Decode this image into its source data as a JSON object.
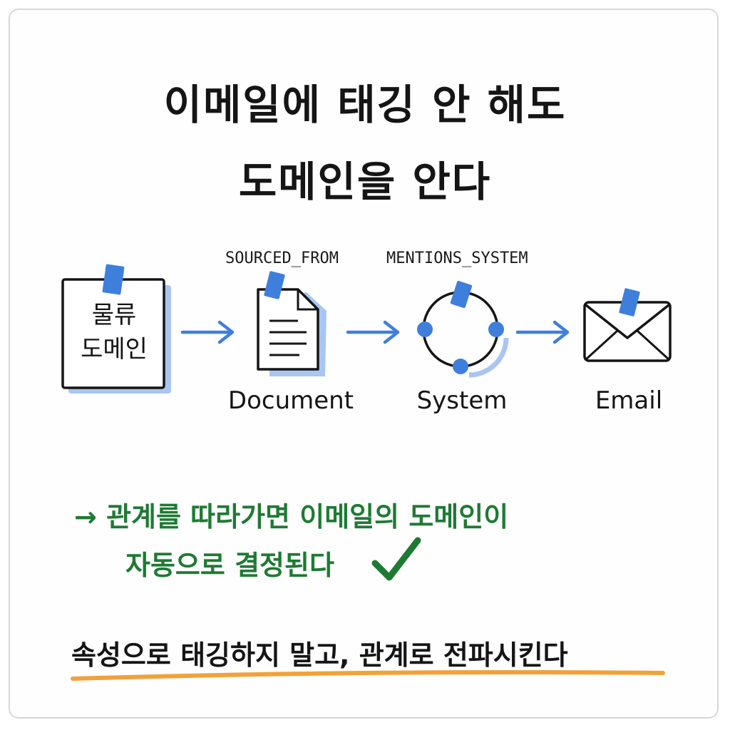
{
  "title": {
    "line1": "이메일에 태깅 안 해도",
    "line2": "도메인을 안다"
  },
  "flow": {
    "domain_line1": "물류",
    "domain_line2": "도메인",
    "edge1": "SOURCED_FROM",
    "edge2": "MENTIONS_SYSTEM",
    "document": "Document",
    "system": "System",
    "email": "Email"
  },
  "result": {
    "line1": "→ 관계를 따라가면 이메일의 도메인이",
    "line2": "자동으로 결정된다"
  },
  "summary": "속성으로 태깅하지 말고, 관계로 전파시킨다",
  "colors": {
    "accent_blue": "#3f7fdc",
    "green": "#1e7a33",
    "underline_orange": "#f2a13a"
  }
}
